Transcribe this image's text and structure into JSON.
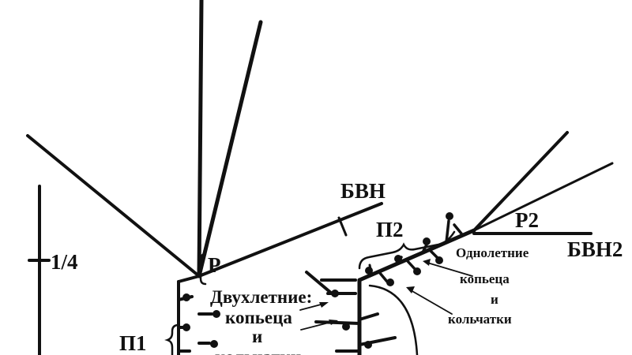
{
  "labels": {
    "bvn": "БВН",
    "bvn2": "БВН2",
    "p": "Р",
    "p2_top": "Р2",
    "p1": "П1",
    "p2": "П2",
    "quarter": "1/4",
    "biennial_title": "Двухлетние:",
    "biennial_line1": "копьеца",
    "biennial_line2": "и",
    "biennial_line3": "кольчатки",
    "annual_title": "Однолетние",
    "annual_line1": "копьеца",
    "annual_line2": "и",
    "annual_line3": "кольчатки"
  }
}
